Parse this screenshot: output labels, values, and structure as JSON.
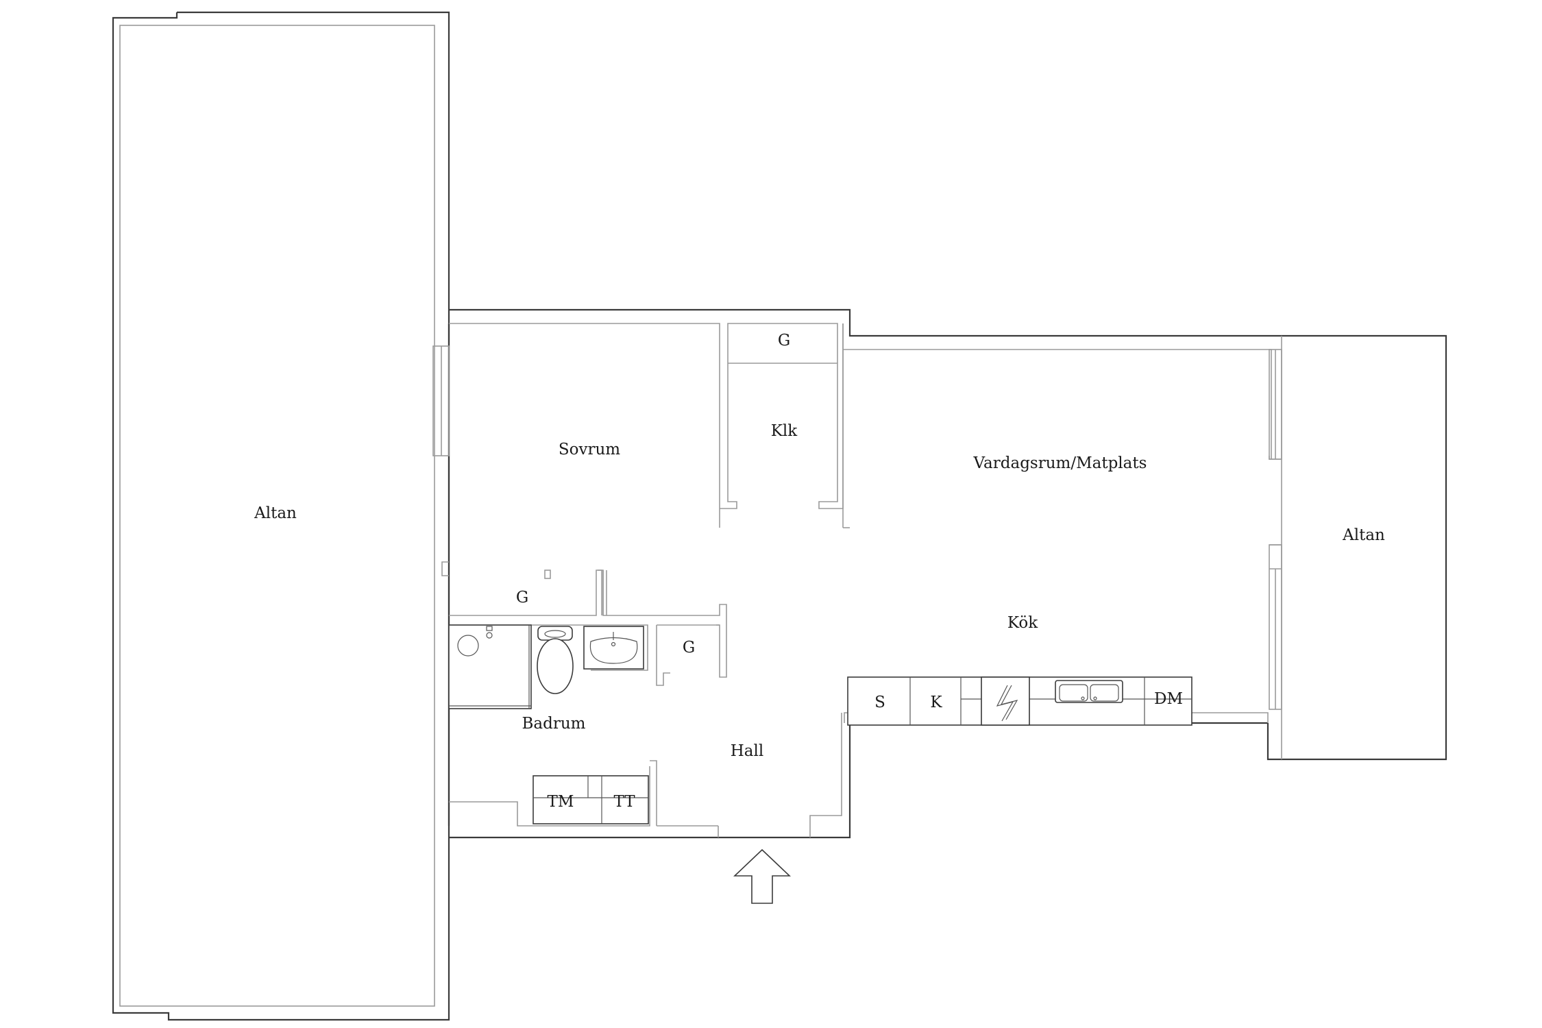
{
  "rooms": {
    "altan_left": "Altan",
    "sovrum": "Sovrum",
    "klk": "Klk",
    "g_klk": "G",
    "vardagsrum": "Vardagsrum/Matplats",
    "altan_right": "Altan",
    "g_left": "G",
    "g_hall": "G",
    "kok": "Kök",
    "badrum": "Badrum",
    "hall": "Hall"
  },
  "appliances": {
    "s": "S",
    "k": "K",
    "dm": "DM",
    "tm": "TM",
    "tt": "TT"
  },
  "icons": {
    "entrance": "entrance-arrow-icon",
    "toilet": "toilet-icon",
    "sink": "washbasin-icon",
    "shower": "shower-icon",
    "stove": "stove-icon",
    "kitchen_sink": "kitchen-sink-icon"
  },
  "colors": {
    "wall": "#3a3a3a",
    "background": "#ffffff"
  }
}
